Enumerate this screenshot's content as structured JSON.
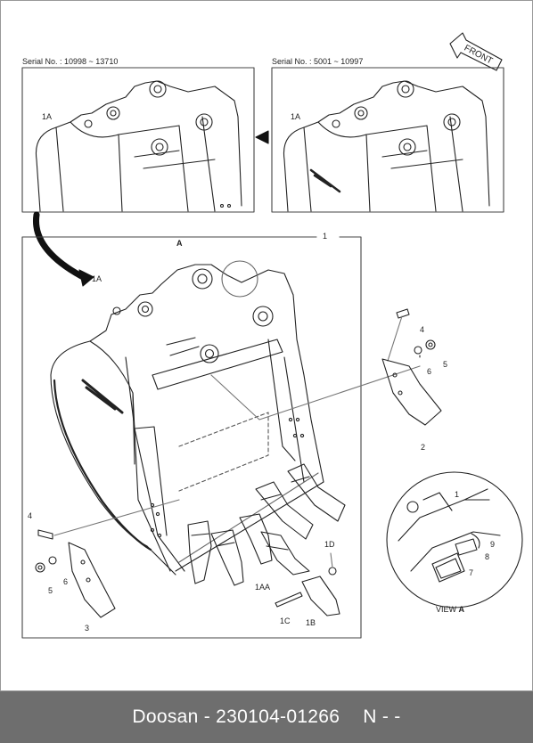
{
  "insets": {
    "left_serial": "Serial No. : 10998 ~ 13710",
    "right_serial": "Serial No. : 5001 ~ 10997",
    "left_part": "1A",
    "right_part": "1A"
  },
  "front_label": "FRONT",
  "main_labels": {
    "assembly": "1",
    "arrow_a": "A",
    "bucket": "1A",
    "bolt_right": "4",
    "washer_right": "6",
    "nut_right": "5",
    "side_cutter_right": "2",
    "bolt_left": "4",
    "washer_left": "6",
    "nut_left": "5",
    "side_cutter_left": "3",
    "adapter": "1AA",
    "lock": "1D",
    "pin": "1C",
    "tooth": "1B"
  },
  "view_detail": {
    "part_1": "1",
    "part_9": "9",
    "part_8": "8",
    "part_7": "7",
    "caption": "VIEW",
    "caption_letter": "A"
  },
  "footer": {
    "brand": "Doosan",
    "separator": "-",
    "part_number": "230104-01266",
    "code": "N - -"
  }
}
